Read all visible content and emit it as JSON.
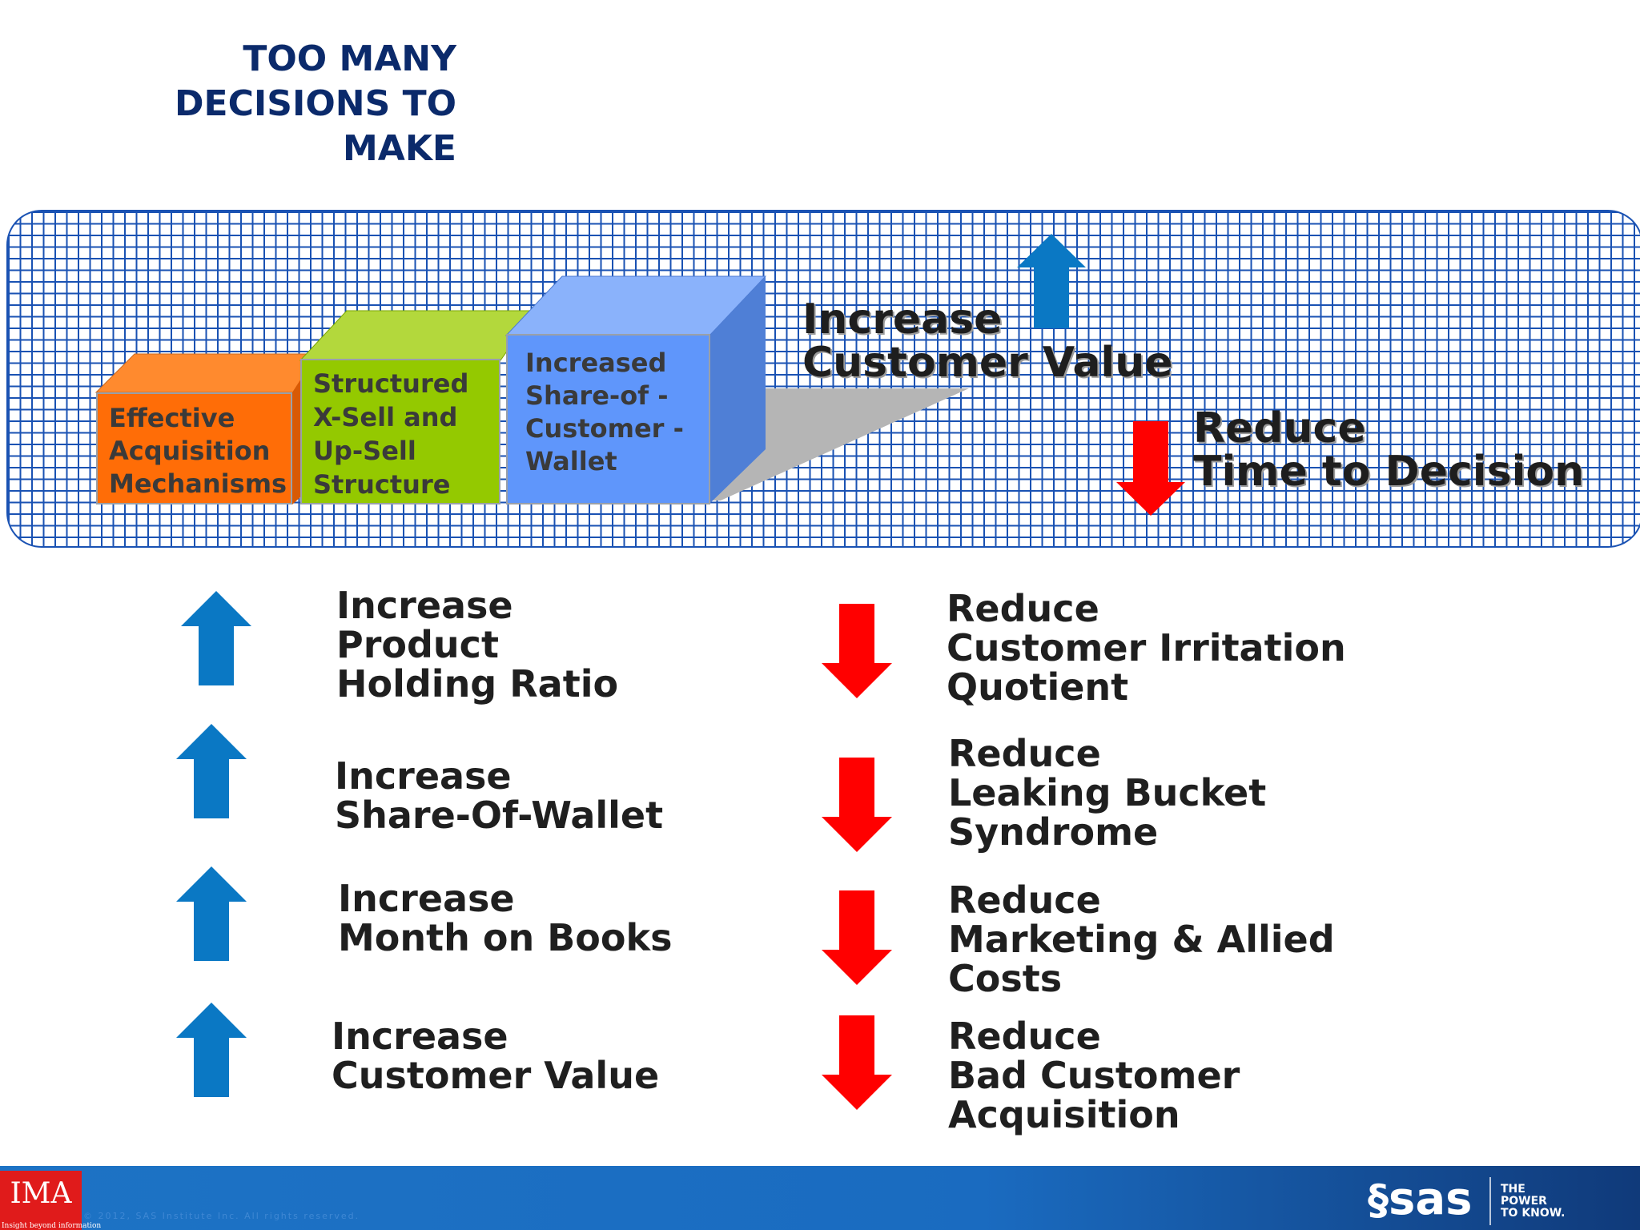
{
  "title": [
    "TOO MANY",
    "DECISIONS TO",
    "MAKE"
  ],
  "blocks": {
    "orange": [
      "Effective",
      "Acquisition",
      "Mechanisms"
    ],
    "green": [
      "Structured",
      "X-Sell and",
      "Up-Sell",
      "Structure"
    ],
    "blue": [
      "Increased",
      "Share-of -",
      "Customer -",
      "Wallet"
    ]
  },
  "headline": {
    "increase": [
      "Increase",
      "Customer Value"
    ],
    "reduce": [
      "Reduce",
      "Time to Decision"
    ]
  },
  "increase_items": [
    [
      "Increase",
      "Product",
      "Holding Ratio"
    ],
    [
      "Increase",
      "Share-Of-Wallet"
    ],
    [
      "Increase",
      "Month on Books"
    ],
    [
      "Increase",
      "Customer Value"
    ]
  ],
  "reduce_items": [
    [
      "Reduce",
      "Customer Irritation",
      "Quotient"
    ],
    [
      "Reduce",
      "Leaking Bucket",
      "Syndrome"
    ],
    [
      "Reduce",
      "Marketing & Allied",
      "Costs"
    ],
    [
      "Reduce",
      "Bad Customer",
      "Acquisition"
    ]
  ],
  "colors": {
    "up_arrow": "#0a78c4",
    "down_arrow": "#ff0000",
    "title": "#0b2a6b",
    "grid": "#1a52b3",
    "orange": "#ff6d07",
    "green": "#94c900",
    "blue": "#5f96fb"
  },
  "footer": {
    "ima_logo": "IMA",
    "ima_tagline": "Insight beyond information",
    "copyright": "© 2012, SAS Institute Inc. All rights reserved.",
    "sas_logo": "sas",
    "sas_tagline": [
      "THE",
      "POWER",
      "TO KNOW."
    ]
  }
}
